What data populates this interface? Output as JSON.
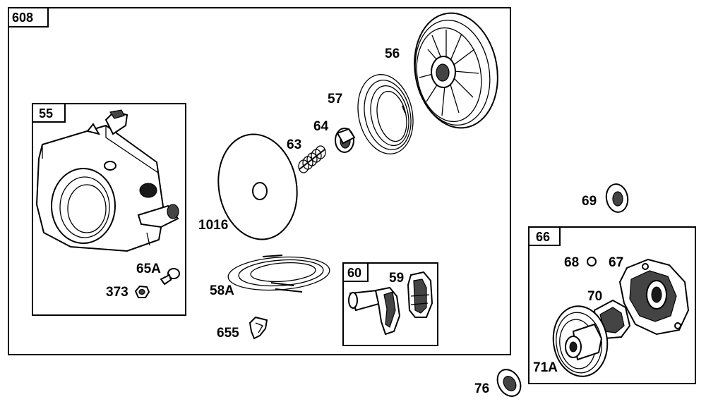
{
  "boxes": {
    "main": "608",
    "housing": "55",
    "handle": "60",
    "clutch": "66"
  },
  "parts": {
    "blower_housing": "55",
    "screw": "65A",
    "nut": "373",
    "pulley": "56",
    "rewind_spring": "57",
    "bushing": "64",
    "spring": "63",
    "washer_plate": "1016",
    "spring_58a": "58A",
    "clip": "655",
    "handle_grip": "59",
    "washer_69": "69",
    "ball": "68",
    "clutch_housing": "67",
    "ratchet": "70",
    "clutch_pulley": "71A",
    "seal": "76"
  }
}
